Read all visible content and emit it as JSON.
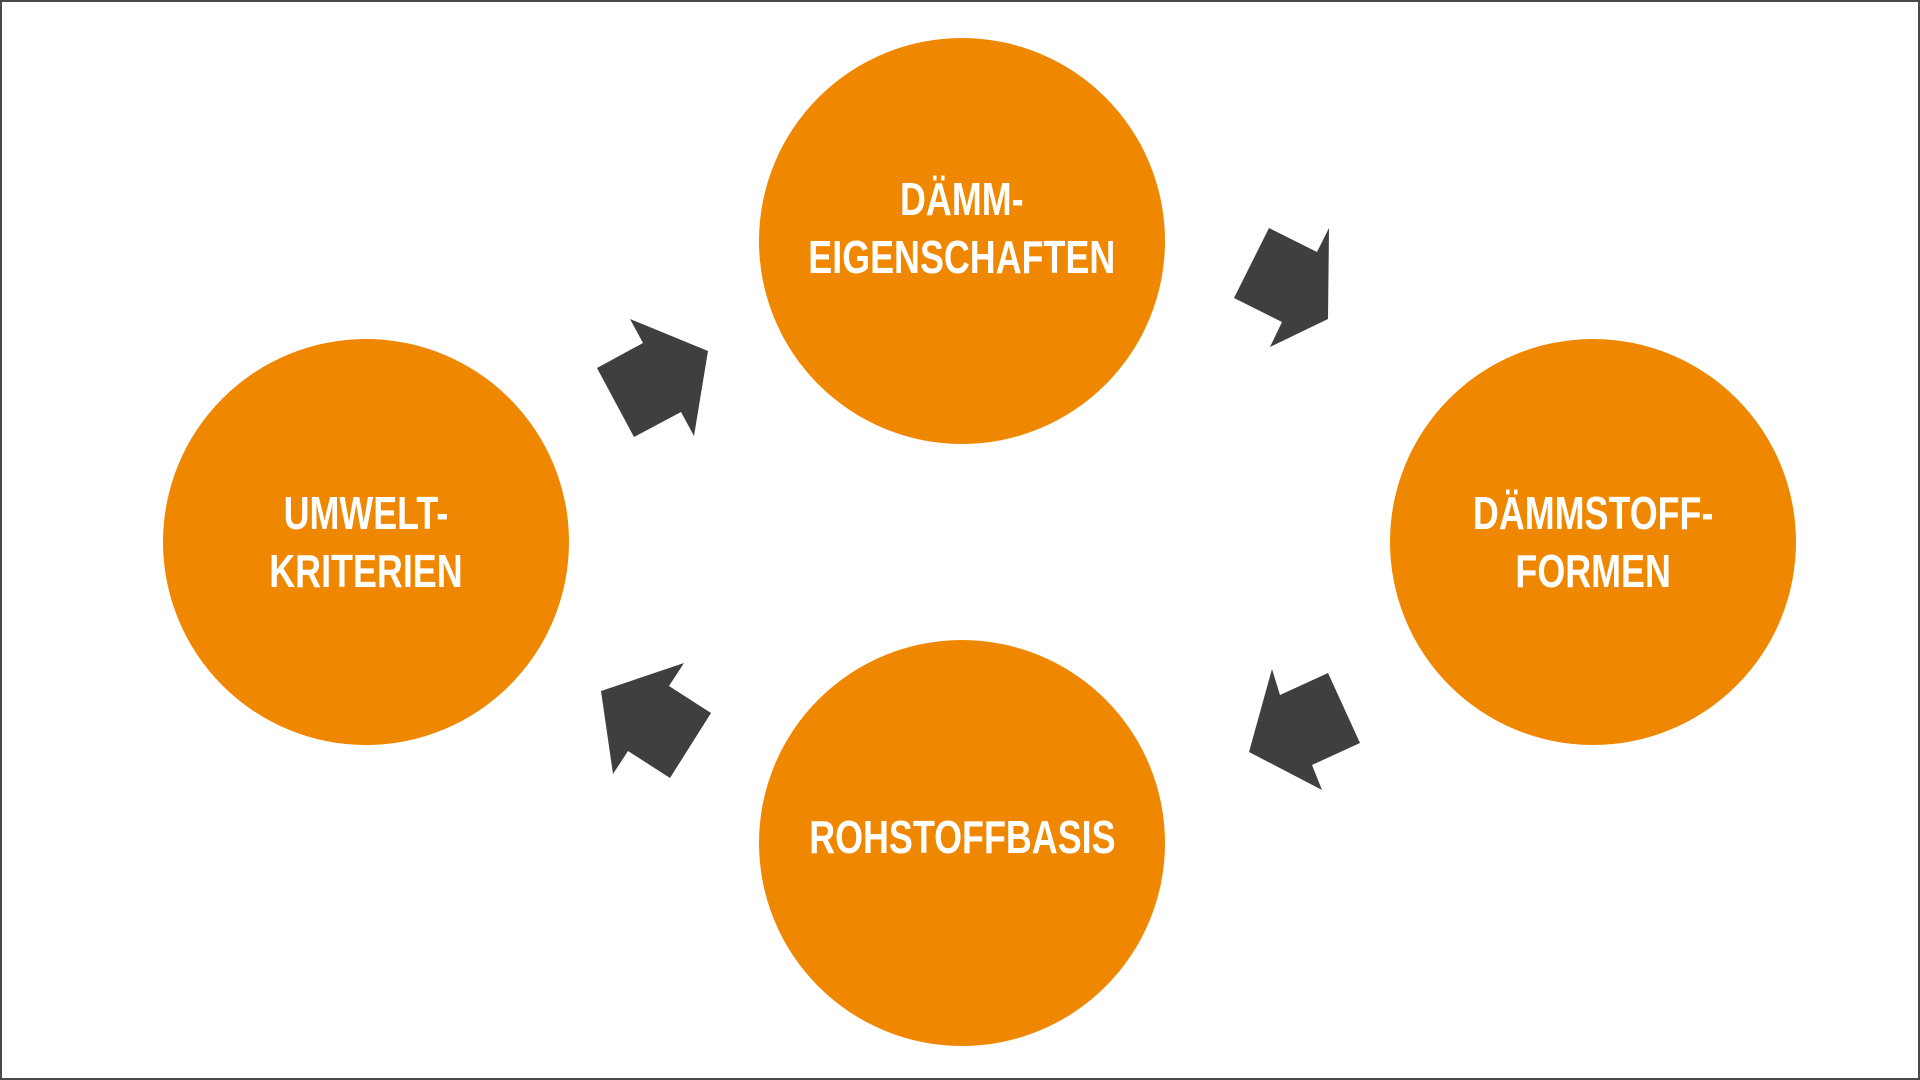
{
  "diagram": {
    "nodes": [
      {
        "id": "top",
        "lines": [
          "DÄMM-",
          "EIGENSCHAFTEN"
        ]
      },
      {
        "id": "right",
        "lines": [
          "DÄMMSTOFF-",
          "FORMEN"
        ]
      },
      {
        "id": "bottom",
        "lines": [
          "ROHSTOFFBASIS"
        ]
      },
      {
        "id": "left",
        "lines": [
          "UMWELT-",
          "KRITERIEN"
        ]
      }
    ],
    "edges": [
      {
        "from": "left",
        "to": "top"
      },
      {
        "from": "top",
        "to": "right"
      },
      {
        "from": "right",
        "to": "bottom"
      },
      {
        "from": "bottom",
        "to": "left"
      }
    ],
    "colors": {
      "node_fill": "#f08700",
      "node_text": "#ffffff",
      "arrow": "#3f3f3f",
      "border": "#4a4a4a"
    }
  }
}
